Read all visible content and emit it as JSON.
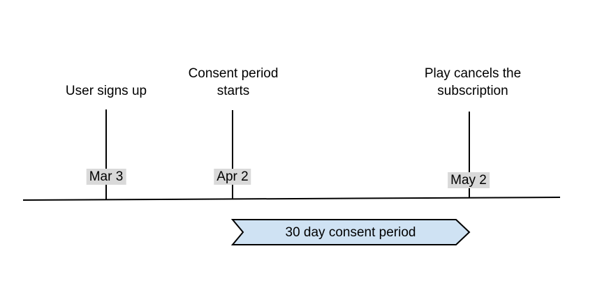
{
  "diagram": {
    "type": "timeline",
    "events": [
      {
        "label": "User signs up",
        "date": "Mar 3"
      },
      {
        "label": "Consent period\nstarts",
        "date": "Apr 2"
      },
      {
        "label": "Play cancels the\nsubscription",
        "date": "May 2"
      }
    ],
    "arrow": {
      "label": "30 day consent period",
      "from_date": "Apr 2",
      "to_date": "May 2"
    }
  },
  "colors": {
    "background": "#ffffff",
    "text_color": "#000000",
    "line_color": "#000000",
    "date_badge_bg": "#d9d9d9",
    "arrow_fill": "#cfe2f3",
    "arrow_stroke": "#000000"
  }
}
